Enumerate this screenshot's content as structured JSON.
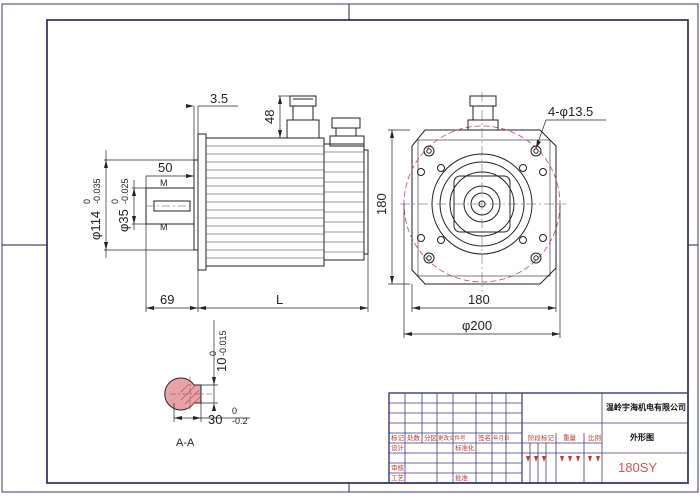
{
  "dimensions": {
    "d35": "φ35",
    "d35_tol_top": "0",
    "d35_tol_bot": "-0.025",
    "d114": "φ114",
    "d114_tol_top": "0",
    "d114_tol_bot": "-0.035",
    "shaft_len": "50",
    "flange_thk": "3.5",
    "conn_h": "48",
    "front_len": "69",
    "body_len": "L",
    "holes": "4-φ13.5",
    "square_h": "180",
    "square_w": "180",
    "circle": "φ200",
    "key_h": "10",
    "key_h_tol_top": "0",
    "key_h_tol_bot": "-0.015",
    "key_w": "30",
    "key_w_tol_top": "0",
    "key_w_tol_bot": "-0.2",
    "key_mark": "M",
    "section": "A-A"
  },
  "title_block": {
    "company": "温岭宇海机电有限公司",
    "drawing_name": "外形图",
    "model": "180SY",
    "labels": {
      "mark": "标记",
      "count": "处数",
      "zone": "分区",
      "change_doc": "更改文件号",
      "sign": "签名",
      "date": "年月日",
      "design": "设计",
      "standard": "标准化",
      "review": "审核",
      "process": "工艺",
      "approve": "批准",
      "stage_mark": "阶段标记",
      "weight": "重量",
      "scale": "比例"
    }
  },
  "colors": {
    "line": "#222222",
    "border": "#2b2b6b",
    "hidden": "#c84a4a",
    "title_red": "#c0392b"
  }
}
